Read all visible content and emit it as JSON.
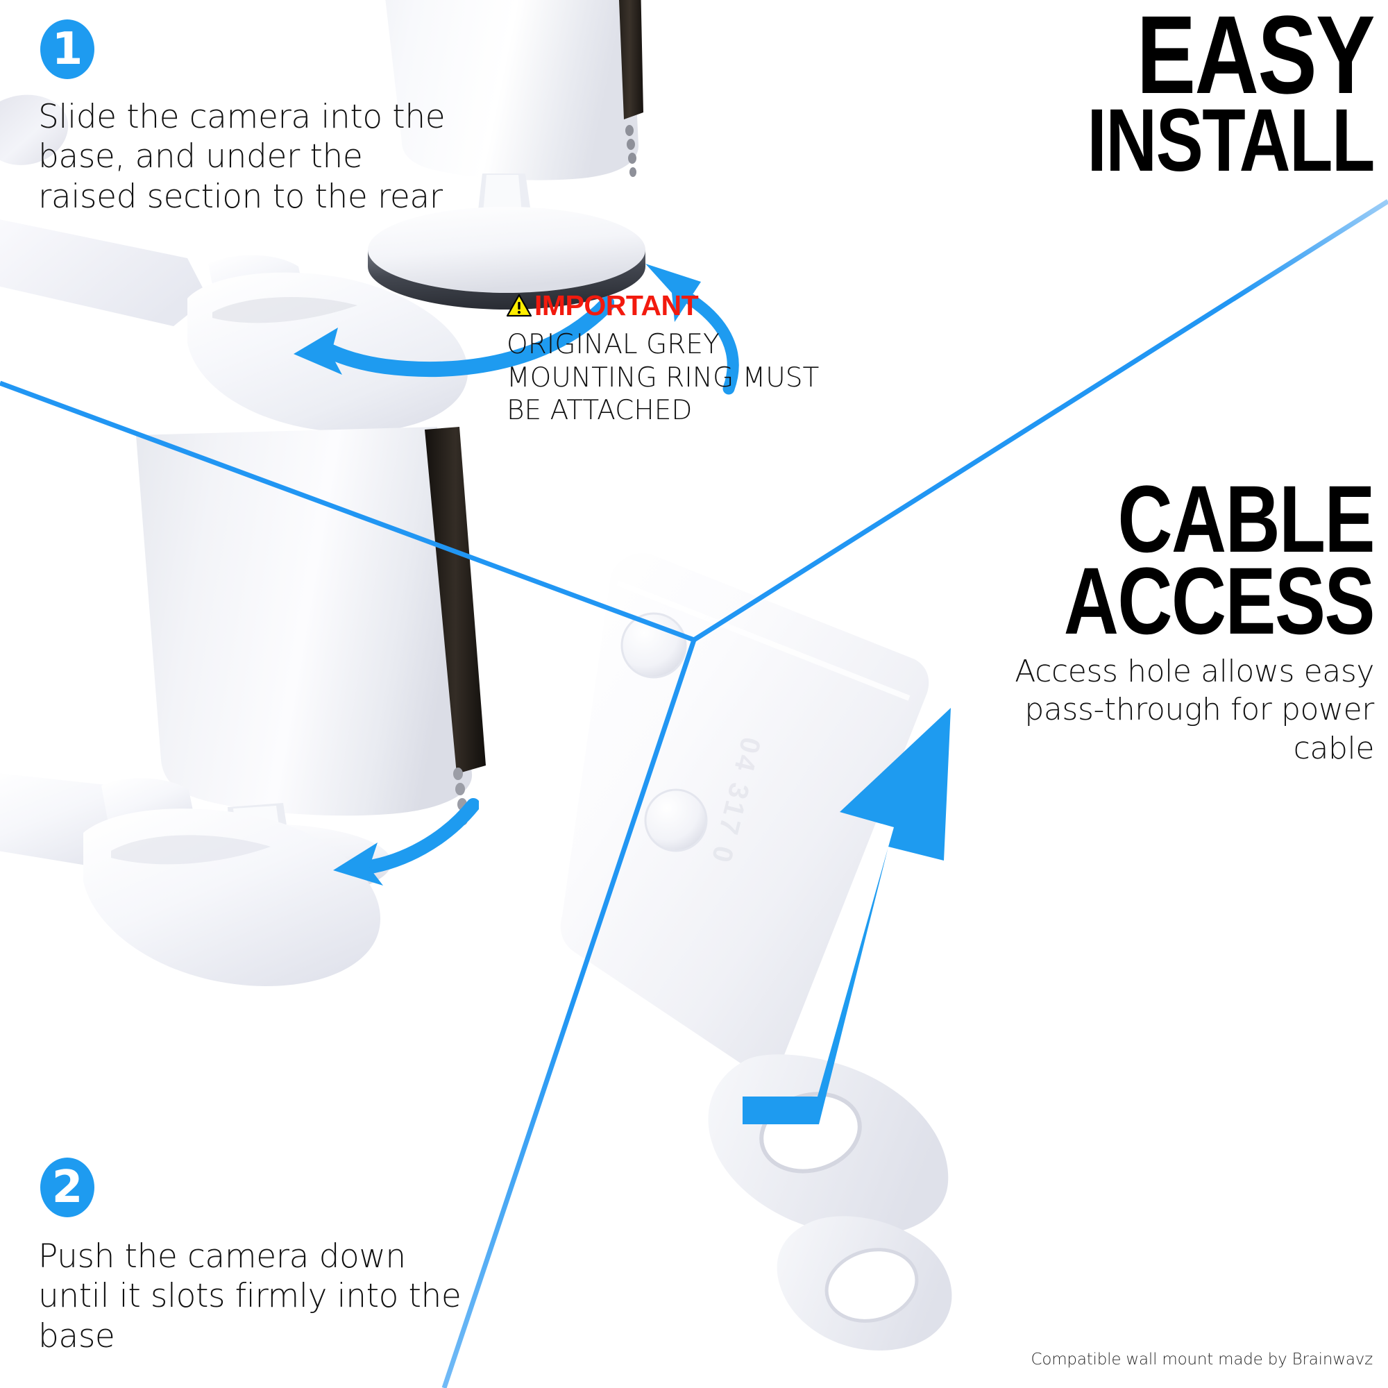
{
  "meta": {
    "background_color": "#ffffff",
    "accent_blue": "#1e9bf0",
    "divider_blue": "#2196f3",
    "alert_red": "#f21a0e",
    "warning_yellow": "#ffee00",
    "text_dark": "#111111"
  },
  "steps": [
    {
      "number": "1",
      "badge_icon": "step-number-badge",
      "text": "Slide the camera into the base, and under the raised section to the rear"
    },
    {
      "number": "2",
      "badge_icon": "step-number-badge",
      "text": "Push the camera down until it slots firmly into the base"
    }
  ],
  "features": [
    {
      "id": "easy-install",
      "heading_line1": "EASY",
      "heading_line2": "INSTALL",
      "description": ""
    },
    {
      "id": "cable-access",
      "heading_line1": "CABLE",
      "heading_line2": "ACCESS",
      "description": "Access hole allows easy pass-through for power cable"
    }
  ],
  "important_callout": {
    "icon": "warning-triangle-icon",
    "label": "IMPORTANT",
    "body": "ORIGINAL GREY MOUNTING RING MUST BE ATTACHED"
  },
  "footer": {
    "credit": "Compatible wall mount made by Brainwavz"
  },
  "annotations": {
    "arrow_to_bracket_step1": "curved-arrow-icon",
    "arrow_to_ring": "curved-arrow-icon",
    "arrow_to_bracket_step2": "curved-arrow-icon",
    "arrow_to_cable_hole": "up-arrow-icon"
  }
}
